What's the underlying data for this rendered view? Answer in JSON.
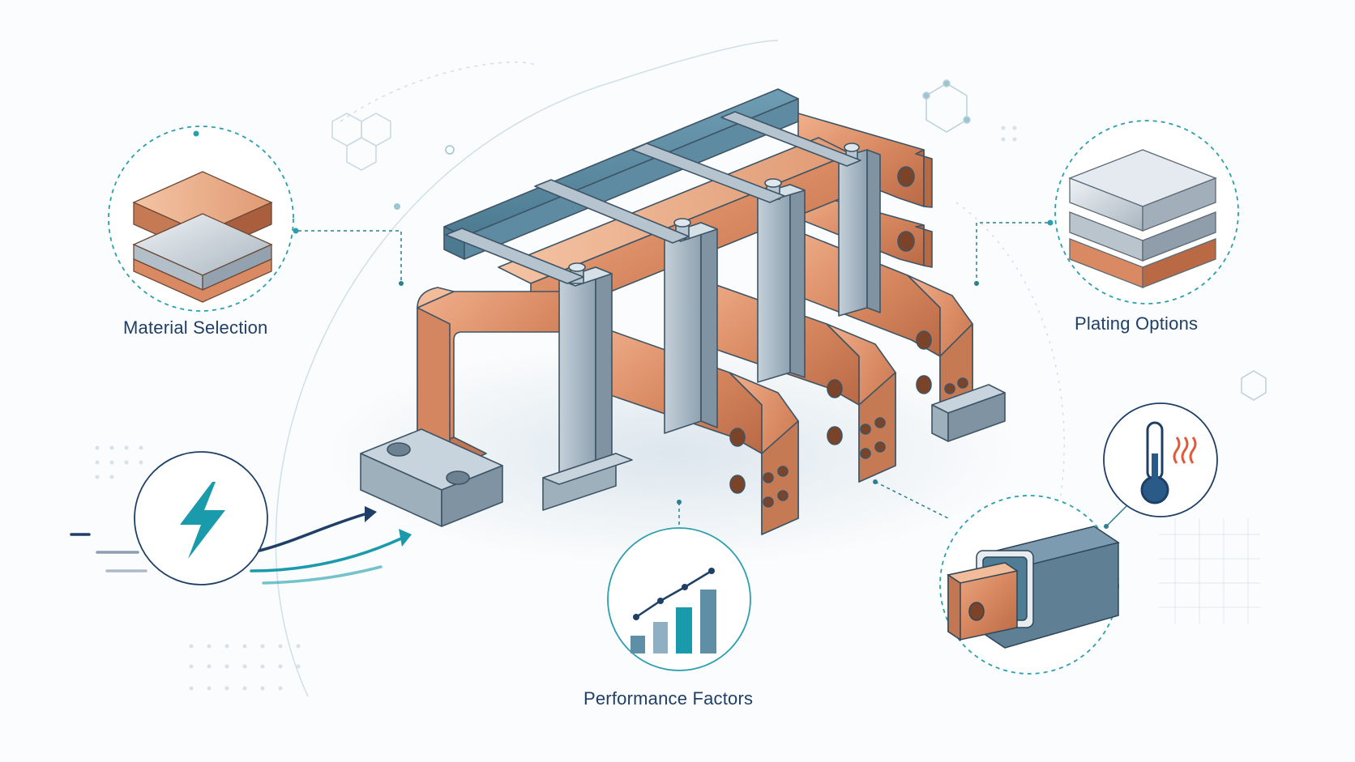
{
  "callouts": {
    "material": {
      "label": "Material Selection"
    },
    "plating": {
      "label": "Plating Options"
    },
    "performance": {
      "label": "Performance Factors"
    }
  },
  "icons": {
    "lightning": "lightning-bolt-icon",
    "thermometer": "thermometer-heat-icon",
    "bar_chart": "bar-chart-trend-icon",
    "insulated_bar": "insulated-busbar-cross-section-icon",
    "material_layers": "material-layers-icon",
    "plating_layers": "plating-layers-icon"
  },
  "colors": {
    "copper": "#d98a62",
    "copper_dark": "#b86a45",
    "steel_blue": "#5f8fa6",
    "steel_gray": "#9fb0bd",
    "accent_teal": "#1a9bab",
    "navy": "#1f3f66",
    "heat_red": "#e05a3c"
  }
}
